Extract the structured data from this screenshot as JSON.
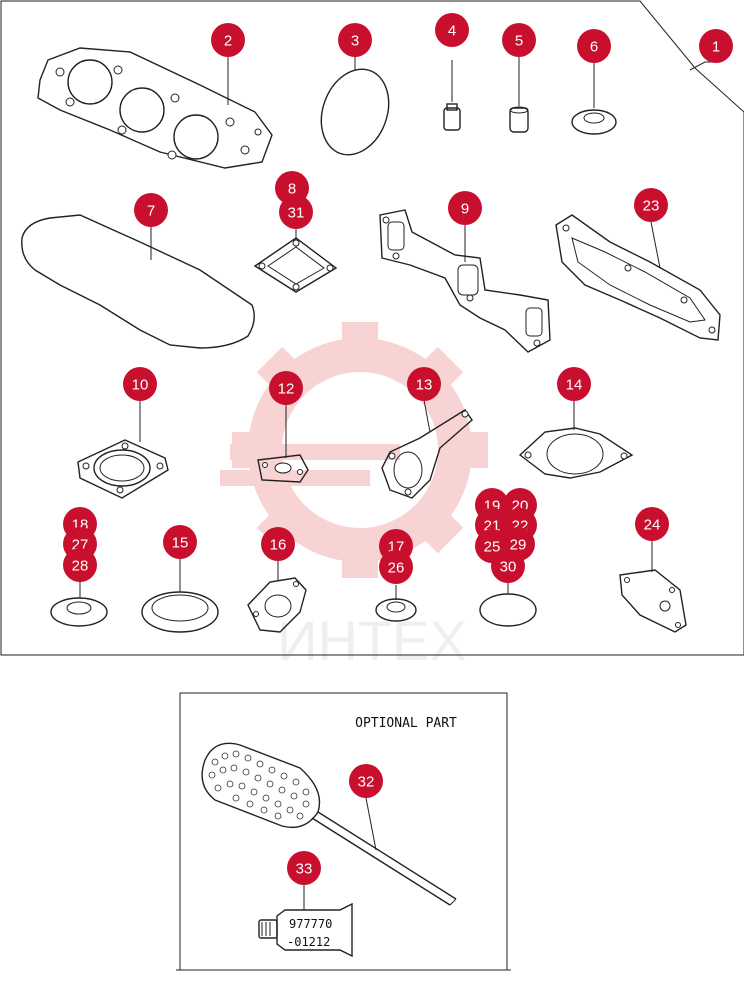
{
  "optional_box": {
    "title": "OPTIONAL PART",
    "tube_label_line1": "977770",
    "tube_label_line2": "-01212"
  },
  "watermark": {
    "text": "ИНТЕХ",
    "color": "#e23a3a"
  },
  "callout_color": "#c8102e",
  "callouts": [
    {
      "id": "c1",
      "label": "1"
    },
    {
      "id": "c2",
      "label": "2"
    },
    {
      "id": "c3",
      "label": "3"
    },
    {
      "id": "c4",
      "label": "4"
    },
    {
      "id": "c5",
      "label": "5"
    },
    {
      "id": "c6",
      "label": "6"
    },
    {
      "id": "c7",
      "label": "7"
    },
    {
      "id": "c8",
      "label": "8"
    },
    {
      "id": "c31",
      "label": "31"
    },
    {
      "id": "c9",
      "label": "9"
    },
    {
      "id": "c23",
      "label": "23"
    },
    {
      "id": "c10",
      "label": "10"
    },
    {
      "id": "c12",
      "label": "12"
    },
    {
      "id": "c13",
      "label": "13"
    },
    {
      "id": "c14",
      "label": "14"
    },
    {
      "id": "c18",
      "label": "18"
    },
    {
      "id": "c27",
      "label": "27"
    },
    {
      "id": "c28",
      "label": "28"
    },
    {
      "id": "c15",
      "label": "15"
    },
    {
      "id": "c16",
      "label": "16"
    },
    {
      "id": "c17",
      "label": "17"
    },
    {
      "id": "c26",
      "label": "26"
    },
    {
      "id": "c19",
      "label": "19"
    },
    {
      "id": "c20",
      "label": "20"
    },
    {
      "id": "c21",
      "label": "21"
    },
    {
      "id": "c22",
      "label": "22"
    },
    {
      "id": "c25",
      "label": "25"
    },
    {
      "id": "c29",
      "label": "29"
    },
    {
      "id": "c30",
      "label": "30"
    },
    {
      "id": "c24",
      "label": "24"
    },
    {
      "id": "c32",
      "label": "32"
    },
    {
      "id": "c33",
      "label": "33"
    }
  ]
}
